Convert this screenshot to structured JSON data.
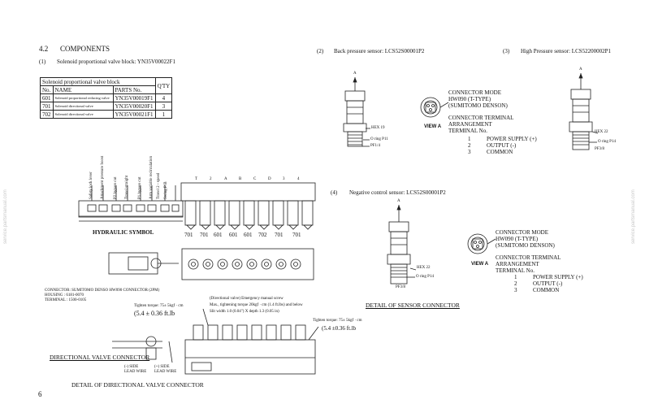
{
  "section": {
    "number": "4.2",
    "title": "COMPONENTS"
  },
  "item1": {
    "label": "(1)",
    "text": "Solenoid proportional valve block: YN35V00022F1"
  },
  "valve_table": {
    "caption": "Solenoid proportional valve block",
    "headers": [
      "No.",
      "NAME",
      "PARTS No.",
      "Q'TY"
    ],
    "rows": [
      [
        "601",
        "Solenoid proportional reducing valve",
        "YN35V00019F1",
        "4"
      ],
      [
        "701",
        "Solenoid directional valve",
        "YN35V00020F1",
        "3"
      ],
      [
        "702",
        "Solenoid directional valve",
        "YN35V00021F1",
        "1"
      ]
    ]
  },
  "item2": {
    "label": "(2)",
    "text": "Back pressure sensor: LCS52S00001P2"
  },
  "item3": {
    "label": "(3)",
    "text": "High Pressure sensor: LCS52200002P1"
  },
  "item4": {
    "label": "(4)",
    "text": "Negative control sensor: LCS52S00001P2"
  },
  "connector_info_1": {
    "mode": "CONNECTOR MODE",
    "type": "HW090 (T-TYPE)",
    "maker": "(SUMITOMO DENSON)",
    "arrangement_title": "CONNECTOR TERMINAL",
    "arrangement_title2": "ARRANGEMENT",
    "terminal_no": "TERMINAL No.",
    "terminals": [
      {
        "no": "1",
        "name": "POWER SUPPLY (+)"
      },
      {
        "no": "2",
        "name": "OUTPUT (-)"
      },
      {
        "no": "3",
        "name": "COMMON"
      }
    ]
  },
  "connector_info_2": {
    "mode": "CONNECTOR MODE",
    "type": "HW090 (T-TYPE)",
    "maker": "(SUMITOMO DENSON)",
    "arrangement_title": "CONNECTOR TERMINAL",
    "arrangement_title2": "ARRANGEMENT",
    "terminal_no": "TERMINAL No.",
    "terminals": [
      {
        "no": "1",
        "name": "POWER SUPPLY (+)"
      },
      {
        "no": "2",
        "name": "OUTPUT (-)"
      },
      {
        "no": "3",
        "name": "COMMON"
      }
    ]
  },
  "view_a_label": "VIEW A",
  "sensor_labels": {
    "a": "A",
    "hex19": "HEX 19",
    "hex22": "HEX 22",
    "oring_p11": "O ring  P11",
    "oring_p14": "O ring  P14",
    "pf14": "PF1/4",
    "pf38": "PF3/8"
  },
  "hydraulic_symbol": {
    "title": "HYDRAULIC SYMBOL",
    "functions": [
      "Safety lock lever",
      "Attachment pressure boost",
      "P2 bypass cut",
      "Travel straight",
      "P1 bypass cut",
      "Arm variable recirculation",
      "Travel 2 - speed",
      "Swing P/B"
    ],
    "port_labels_top": [
      "T",
      "2",
      "A",
      "B",
      "C",
      "D",
      "3",
      "4"
    ],
    "part_numbers_bottom": [
      "701",
      "701",
      "601",
      "601",
      "601",
      "702",
      "701",
      "701"
    ]
  },
  "connector_note": {
    "line1": "CONNECTOR: SUMITOMO DENSO HW090 CONNECTOR (2PM)",
    "line2": "HOUSING   : 6181-0070",
    "line3": "TERMINAL  : 1500-0105"
  },
  "torque_note_left": {
    "line1": "Tighten torque: 75± 5kgf · cm",
    "line2": "(5.4 ± 0.36 ft.lb"
  },
  "emergency_note": {
    "line1": "(Directional valve) Emergency manual screw",
    "line2": "Max., tightening torque 20kgf · cm (1.4 ft.lbs) and below",
    "line3": "Slit width 1.0 (0.04\") X depth 1.3 (0.05 in)"
  },
  "torque_note_right": {
    "line1": "Tighten torque: 75± 5kgf · cm",
    "line2": "(5.4 ±0.36 ft.lb"
  },
  "lead_wire": {
    "minus": "(-) SIDE",
    "minus2": "LEAD WIRE",
    "plus": "(+) SIDE",
    "plus2": "LEAD WIRE"
  },
  "captions": {
    "directional_valve_connector": "DIRECTIONAL VALVE CONNECTOR",
    "detail_sensor_connector": "DETAIL OF SENSOR CONNECTOR",
    "detail_directional_valve_connector": "DETAIL OF DIRECTIONAL VALVE CONNECTOR"
  },
  "page_number": "6",
  "watermark": "service.partsmanual.com"
}
